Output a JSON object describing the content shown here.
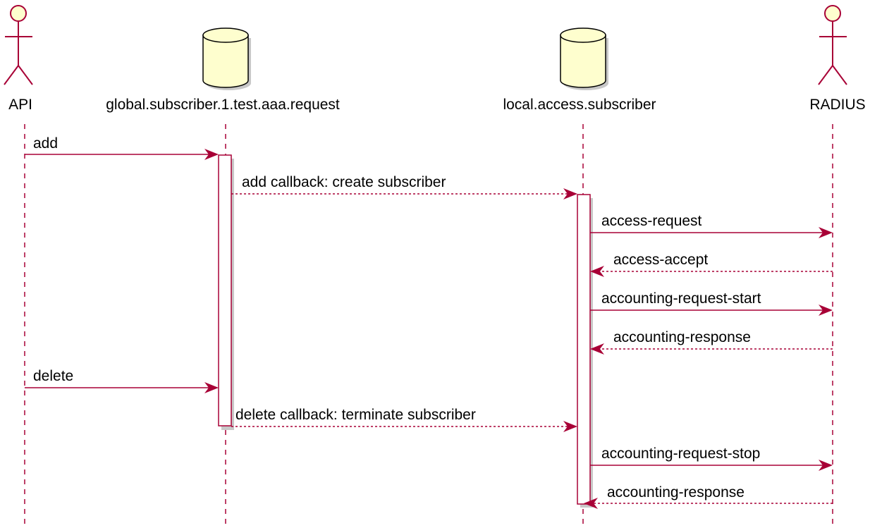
{
  "colors": {
    "line": "#A80036",
    "fill": "#FEFECE",
    "shadow": "#c8c8c8",
    "text": "#000000"
  },
  "participants": [
    {
      "id": "api",
      "kind": "actor",
      "label": "API"
    },
    {
      "id": "global",
      "kind": "database",
      "label": "global.subscriber.1.test.aaa.request"
    },
    {
      "id": "local",
      "kind": "database",
      "label": "local.access.subscriber"
    },
    {
      "id": "radius",
      "kind": "actor",
      "label": "RADIUS"
    }
  ],
  "messages": [
    {
      "from": "api",
      "to": "global",
      "style": "solid",
      "label": "add"
    },
    {
      "from": "global",
      "to": "local",
      "style": "dashed",
      "label": "add callback: create subscriber"
    },
    {
      "from": "local",
      "to": "radius",
      "style": "solid",
      "label": "access-request"
    },
    {
      "from": "radius",
      "to": "local",
      "style": "dashed",
      "label": "access-accept"
    },
    {
      "from": "local",
      "to": "radius",
      "style": "solid",
      "label": "accounting-request-start"
    },
    {
      "from": "radius",
      "to": "local",
      "style": "dashed",
      "label": "accounting-response"
    },
    {
      "from": "api",
      "to": "global",
      "style": "solid",
      "label": "delete"
    },
    {
      "from": "global",
      "to": "local",
      "style": "dashed",
      "label": "delete callback: terminate subscriber"
    },
    {
      "from": "local",
      "to": "radius",
      "style": "solid",
      "label": "accounting-request-stop"
    },
    {
      "from": "radius",
      "to": "local",
      "style": "dashed",
      "label": "accounting-response"
    }
  ]
}
